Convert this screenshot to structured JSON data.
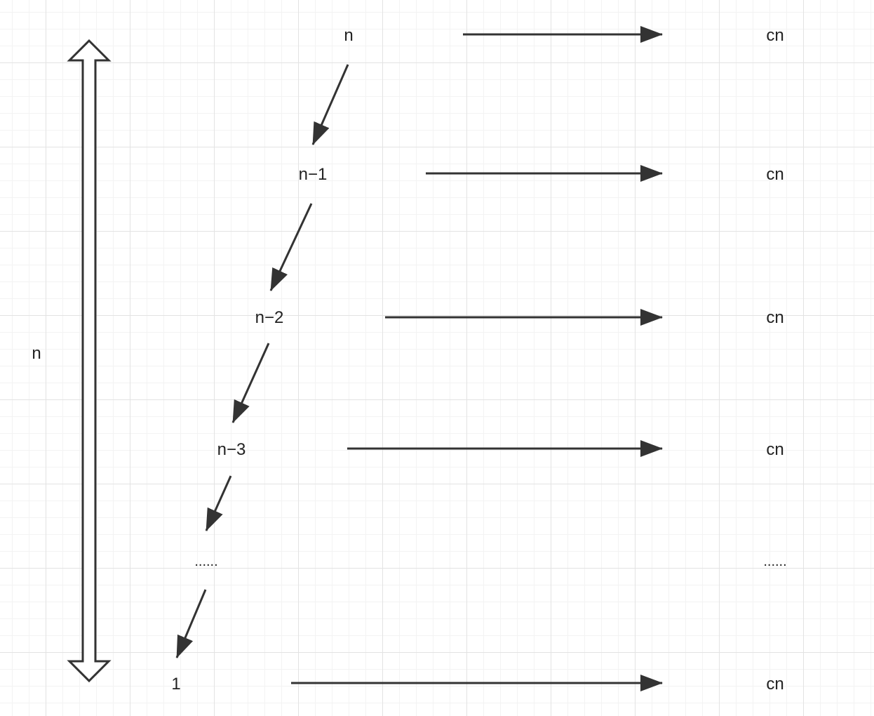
{
  "diagram": {
    "span_label": "n",
    "levels": [
      {
        "size": "n",
        "cost": "cn"
      },
      {
        "size": "n−1",
        "cost": "cn"
      },
      {
        "size": "n−2",
        "cost": "cn"
      },
      {
        "size": "n−3",
        "cost": "cn"
      },
      {
        "size": "......",
        "cost": "......"
      },
      {
        "size": "1",
        "cost": "cn"
      }
    ],
    "colors": {
      "stroke": "#333333",
      "text": "#222222"
    }
  }
}
